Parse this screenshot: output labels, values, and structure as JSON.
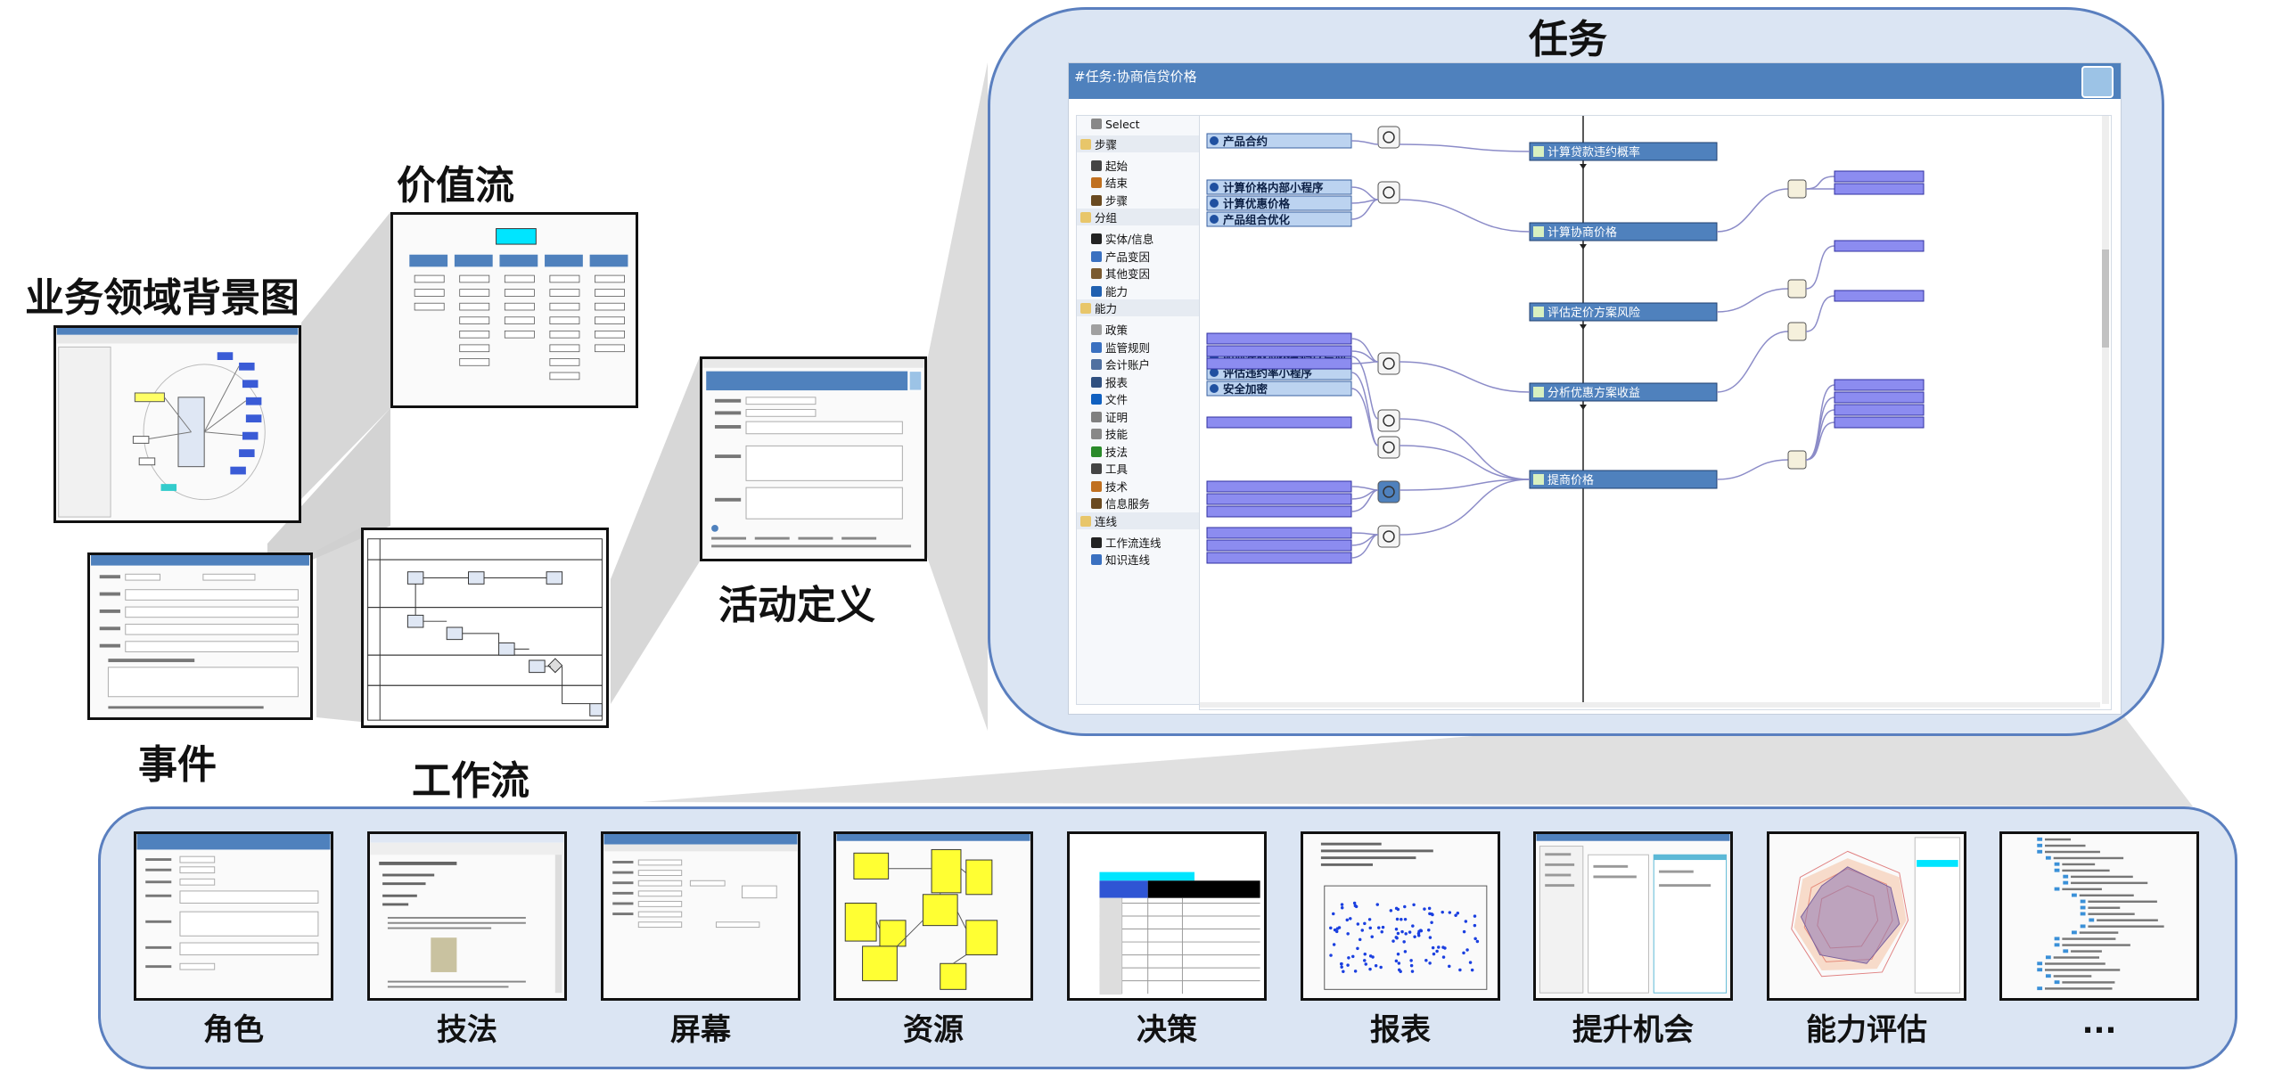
{
  "labels": {
    "domain_context": "业务领域背景图",
    "value_stream": "价值流",
    "events": "事件",
    "workflow": "工作流",
    "activity_definition": "活动定义",
    "task": "任务"
  },
  "task_window": {
    "header": "#任务:协商信贷价格",
    "toolbox": [
      {
        "label": "Select",
        "group": false
      },
      {
        "label": "步骤",
        "group": true
      },
      {
        "label": "起始",
        "group": false
      },
      {
        "label": "结束",
        "group": false
      },
      {
        "label": "步骤",
        "group": false
      },
      {
        "label": "分组",
        "group": true
      },
      {
        "label": "实体/信息",
        "group": false
      },
      {
        "label": "产品变因",
        "group": false
      },
      {
        "label": "其他变因",
        "group": false
      },
      {
        "label": "能力",
        "group": false
      },
      {
        "label": "能力",
        "group": true
      },
      {
        "label": "政策",
        "group": false
      },
      {
        "label": "监管规则",
        "group": false
      },
      {
        "label": "会计账户",
        "group": false
      },
      {
        "label": "报表",
        "group": false
      },
      {
        "label": "文件",
        "group": false
      },
      {
        "label": "证明",
        "group": false
      },
      {
        "label": "技能",
        "group": false
      },
      {
        "label": "技法",
        "group": false
      },
      {
        "label": "工具",
        "group": false
      },
      {
        "label": "技术",
        "group": false
      },
      {
        "label": "信息服务",
        "group": false
      },
      {
        "label": "连线",
        "group": true
      },
      {
        "label": "工作流连线",
        "group": false
      },
      {
        "label": "知识连线",
        "group": false
      }
    ],
    "inputs": [
      "产品合约",
      "计算价格内部小程序",
      "计算优惠价格",
      "产品组合优化",
      "如何获取动态密码以启动",
      "评估违约率小程序",
      "安全加密"
    ],
    "steps": [
      "计算贷款违约概率",
      "计算协商价格",
      "评估定价方案风险",
      "分析优惠方案收益",
      "提商价格"
    ]
  },
  "bottom_labels": [
    "角色",
    "技法",
    "屏幕",
    "资源",
    "决策",
    "报表",
    "提升机会",
    "能力评估",
    "..."
  ]
}
